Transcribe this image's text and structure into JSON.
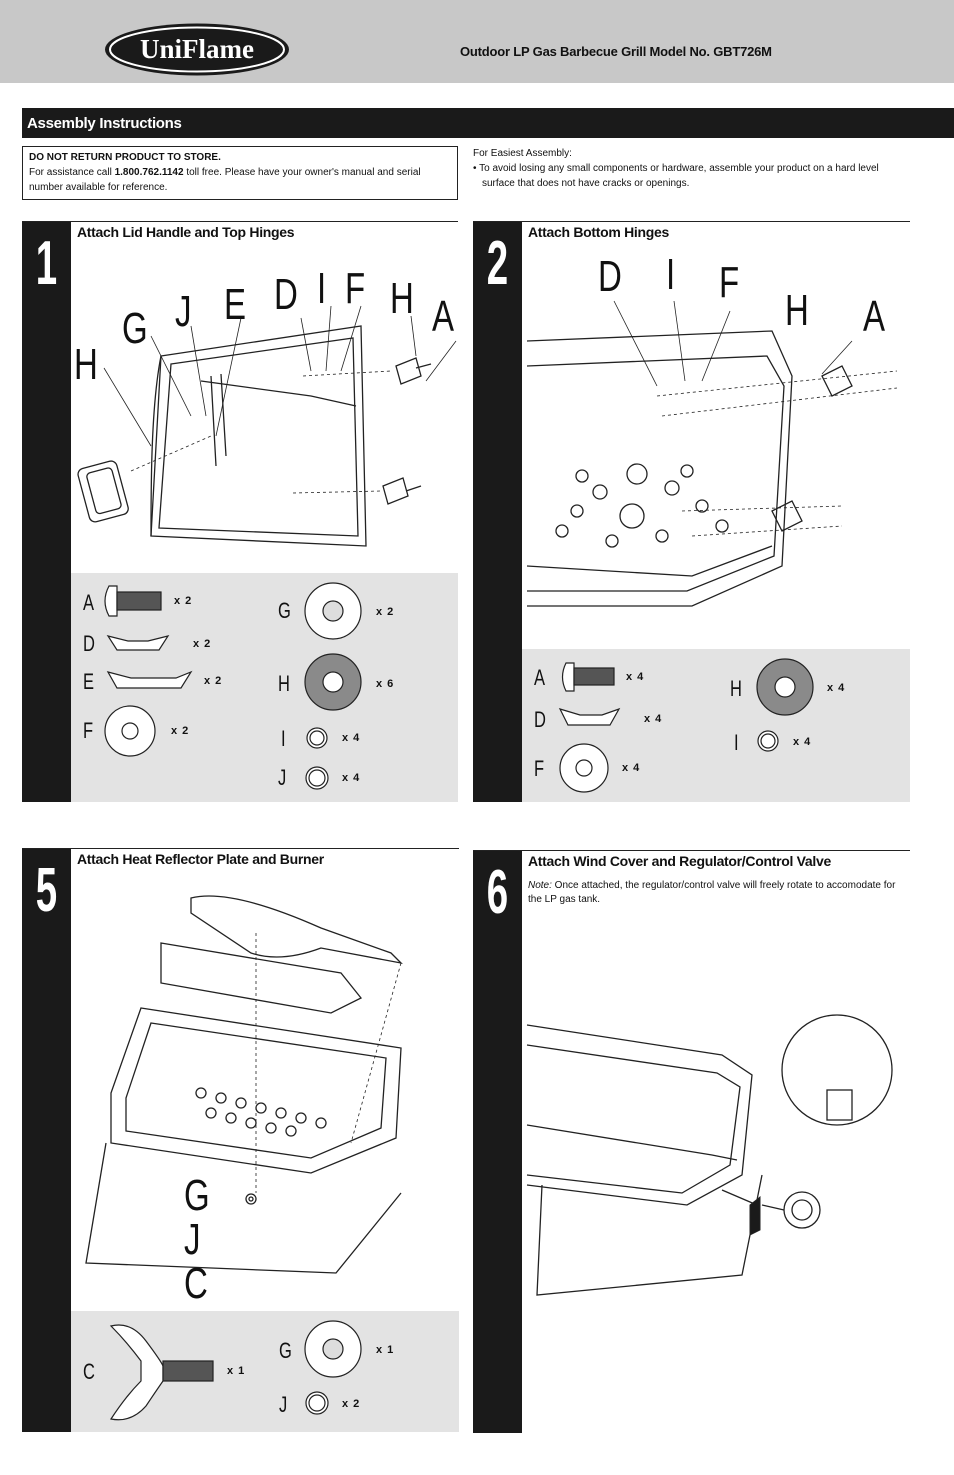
{
  "header": {
    "brand": "UniFlame",
    "model_line": "Outdoor LP Gas Barbecue Grill  Model No. GBT726M"
  },
  "section_title": "Assembly Instructions",
  "notice": {
    "heading": "DO NOT RETURN PRODUCT TO STORE.",
    "text_before": "For assistance call ",
    "phone": "1.800.762.1142",
    "text_after": " toll free. Please have your owner's manual and serial number available for reference."
  },
  "easy": {
    "heading": "For Easiest Assembly:",
    "bullet": "• To avoid losing any small components or hardware, assemble your product on a hard level surface that does not have cracks or openings."
  },
  "steps": [
    {
      "number": "1",
      "title": "Attach Lid Handle and Top Hinges",
      "callouts": [
        "H",
        "G",
        "J",
        "E",
        "D",
        "I",
        "F",
        "H",
        "A"
      ],
      "parts": [
        {
          "letter": "A",
          "qty": "x 2"
        },
        {
          "letter": "D",
          "qty": "x 2"
        },
        {
          "letter": "E",
          "qty": "x 2"
        },
        {
          "letter": "F",
          "qty": "x 2"
        },
        {
          "letter": "G",
          "qty": "x 2"
        },
        {
          "letter": "H",
          "qty": "x 6"
        },
        {
          "letter": "I",
          "qty": "x 4"
        },
        {
          "letter": "J",
          "qty": "x 4"
        }
      ]
    },
    {
      "number": "2",
      "title": "Attach Bottom Hinges",
      "callouts": [
        "D",
        "I",
        "F",
        "H",
        "A"
      ],
      "parts": [
        {
          "letter": "A",
          "qty": "x 4"
        },
        {
          "letter": "D",
          "qty": "x 4"
        },
        {
          "letter": "F",
          "qty": "x 4"
        },
        {
          "letter": "H",
          "qty": "x 4"
        },
        {
          "letter": "I",
          "qty": "x 4"
        }
      ]
    },
    {
      "number": "5",
      "title": "Attach Heat Reflector Plate and Burner",
      "callouts": [
        "G",
        "J",
        "C"
      ],
      "parts": [
        {
          "letter": "C",
          "qty": "x 1"
        },
        {
          "letter": "G",
          "qty": "x 1"
        },
        {
          "letter": "J",
          "qty": "x 2"
        }
      ]
    },
    {
      "number": "6",
      "title": "Attach Wind Cover and Regulator/Control Valve",
      "note_label": "Note:",
      "note_text": " Once attached, the regulator/control valve will freely rotate to accomodate for the LP gas tank."
    }
  ],
  "colors": {
    "header_bg": "#c8c8c8",
    "dark": "#1a1a1a",
    "parts_bg": "#e3e3e3",
    "washer_h": "#8a8a8a"
  }
}
